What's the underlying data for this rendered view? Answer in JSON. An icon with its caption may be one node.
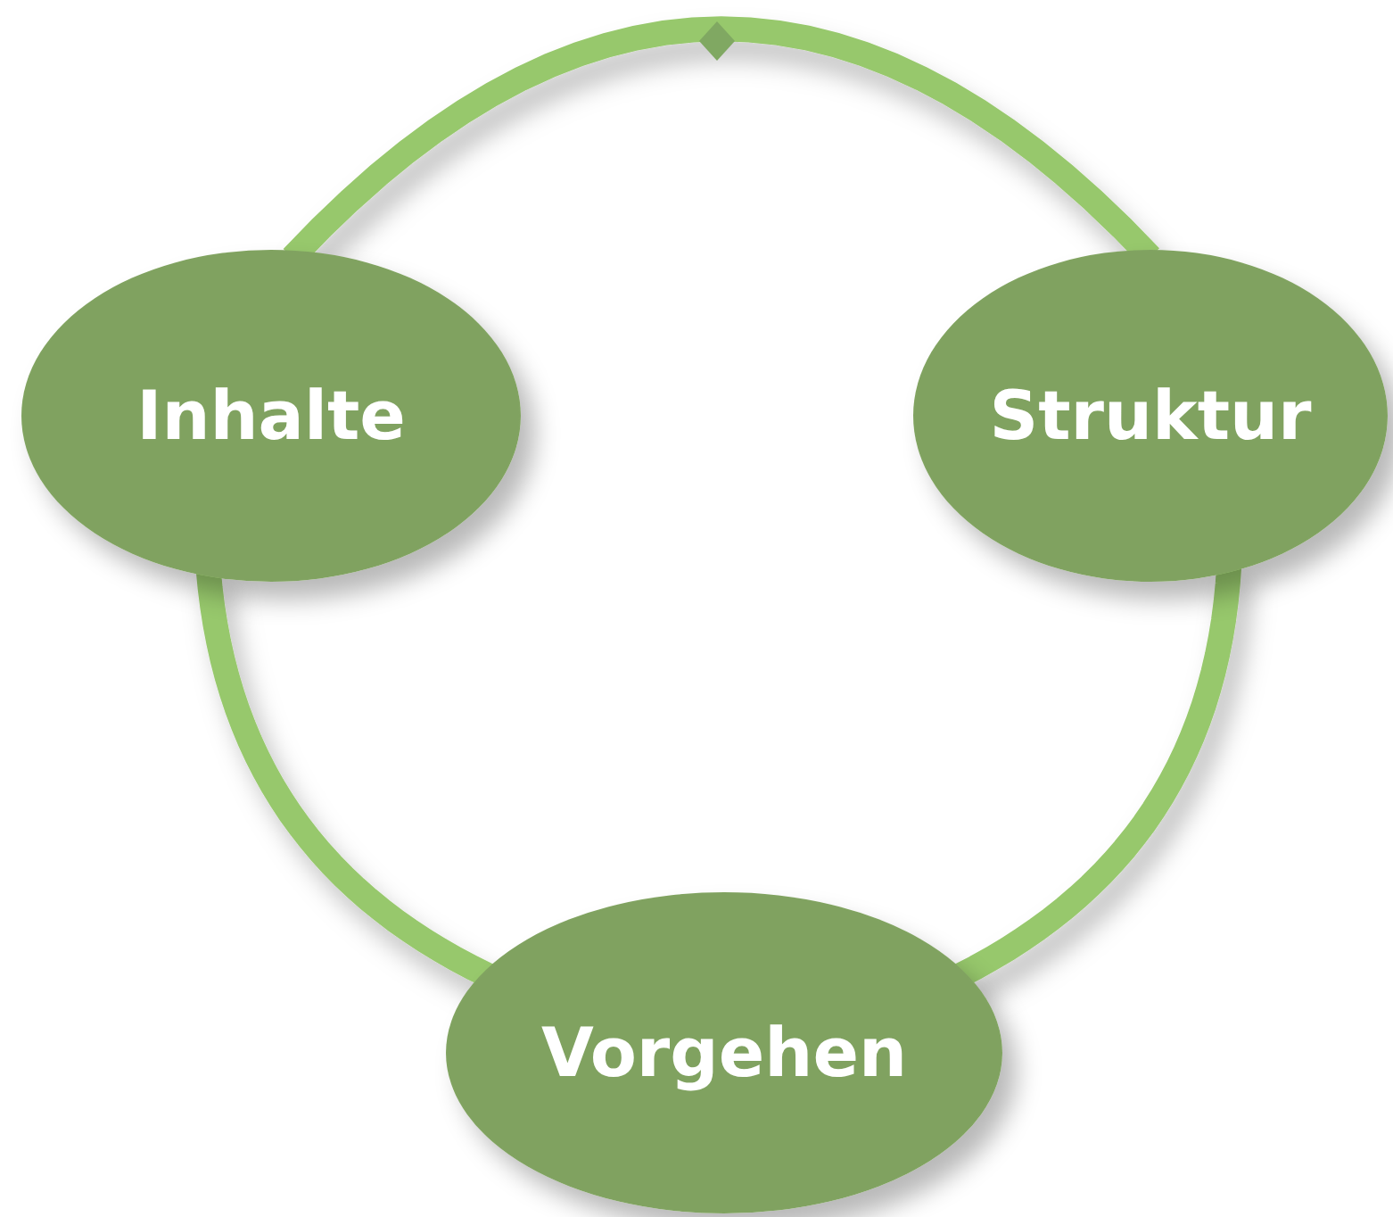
{
  "diagram": {
    "nodes": [
      {
        "text": [
          "Inhalte"
        ]
      },
      {
        "text": [
          "Struktur"
        ]
      },
      {
        "text": [
          "Vorgehen"
        ]
      }
    ],
    "edges": [
      {
        "from": 0,
        "to": 1,
        "arrow": "none"
      },
      {
        "from": 1,
        "to": 2,
        "arrow": "none"
      },
      {
        "from": 2,
        "to": 0,
        "arrow": "none"
      }
    ]
  }
}
